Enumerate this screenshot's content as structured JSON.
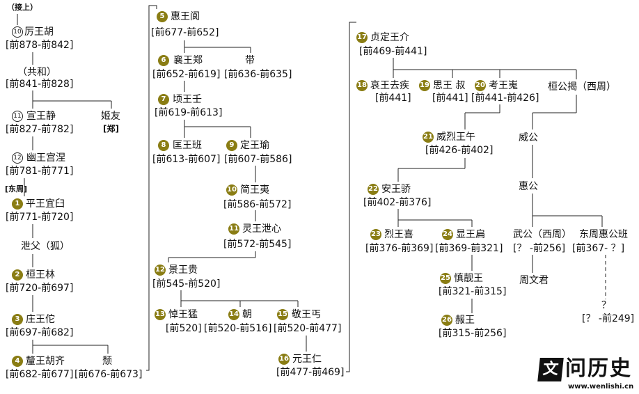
{
  "nodes": [
    {
      "id": "cont",
      "text": "（接上）"
    },
    {
      "id": "li",
      "badge": "10",
      "name": "厉王胡",
      "years": "[前878-前842]"
    },
    {
      "id": "gonghe",
      "name": "（共和）",
      "years": "[前841-前828]"
    },
    {
      "id": "xuan",
      "badge": "11",
      "name": "宣王静",
      "years": "[前827-前782]"
    },
    {
      "id": "jiyou",
      "name": "姬友",
      "extra": "[郑]"
    },
    {
      "id": "you",
      "badge": "12",
      "name": "幽王宫涅",
      "years": "[前781-前771]"
    },
    {
      "id": "eastzhou",
      "text": "[东周]"
    },
    {
      "id": "ping",
      "badge": "1",
      "name": "平王宜臼",
      "years": "[前771-前720]"
    },
    {
      "id": "xiefu",
      "name": "泄父（狐）"
    },
    {
      "id": "huan",
      "badge": "2",
      "name": "桓王林",
      "years": "[前720-前697]"
    },
    {
      "id": "zhuang",
      "badge": "3",
      "name": "庄王佗",
      "years": "[前697-前682]"
    },
    {
      "id": "xi",
      "badge": "4",
      "name": "釐王胡齐",
      "years": "[前682-前677]"
    },
    {
      "id": "tui",
      "name": "颓",
      "years": "[前676-前673]"
    },
    {
      "id": "hui",
      "badge": "5",
      "name": "惠王阆",
      "years": "[前677-前652]"
    },
    {
      "id": "xiang",
      "badge": "6",
      "name": "襄王郑",
      "years": "[前652-前619]"
    },
    {
      "id": "dai",
      "name": "带",
      "years": "[前636-前635]"
    },
    {
      "id": "qing",
      "badge": "7",
      "name": "顷王壬",
      "years": "[前619-前613]"
    },
    {
      "id": "kuang",
      "badge": "8",
      "name": "匡王班",
      "years": "[前613-前607]"
    },
    {
      "id": "ding",
      "badge": "9",
      "name": "定王瑜",
      "years": "[前607-前586]"
    },
    {
      "id": "jian",
      "badge": "10",
      "name": "简王夷",
      "years": "[前586-前572]"
    },
    {
      "id": "ling",
      "badge": "11",
      "name": "灵王泄心",
      "years": "[前572-前545]"
    },
    {
      "id": "jing",
      "badge": "12",
      "name": "景王贵",
      "years": "[前545-前520]"
    },
    {
      "id": "dao",
      "badge": "13",
      "name": "悼王猛",
      "years": "[前520]"
    },
    {
      "id": "chao",
      "badge": "14",
      "name": "朝",
      "years": "[前520-前516]"
    },
    {
      "id": "jingw",
      "badge": "15",
      "name": "敬王丐",
      "years": "[前520-前477]"
    },
    {
      "id": "yuan",
      "badge": "16",
      "name": "元王仁",
      "years": "[前477-前469]"
    },
    {
      "id": "zhending",
      "badge": "17",
      "name": "贞定王介",
      "years": "[前469-前441]"
    },
    {
      "id": "ai",
      "badge": "18",
      "name": "哀王去疾",
      "years": "[前441]"
    },
    {
      "id": "si",
      "badge": "19",
      "name": "思王 叔",
      "years": "[前441]"
    },
    {
      "id": "kao",
      "badge": "20",
      "name": "考王嵬",
      "years": "[前441-前426]"
    },
    {
      "id": "huangong",
      "name": "桓公揭（西周）"
    },
    {
      "id": "weilie",
      "badge": "21",
      "name": "威烈王午",
      "years": "[前426-前402]"
    },
    {
      "id": "weigong",
      "name": "威公"
    },
    {
      "id": "an",
      "badge": "22",
      "name": "安王骄",
      "years": "[前402-前376]"
    },
    {
      "id": "huigong",
      "name": "惠公"
    },
    {
      "id": "lie",
      "badge": "23",
      "name": "烈王喜",
      "years": "[前376-前369]"
    },
    {
      "id": "xian",
      "badge": "24",
      "name": "显王扁",
      "years": "[前369-前321]"
    },
    {
      "id": "wugong",
      "name": "武公（西周）",
      "years": "[？ -前256]"
    },
    {
      "id": "dzhg",
      "name": "东周惠公班",
      "years": "[前367-  ？]"
    },
    {
      "id": "shenjing",
      "badge": "25",
      "name": "慎靓王",
      "years": "[前321-前315]"
    },
    {
      "id": "zhouwenjun",
      "name": "周文君"
    },
    {
      "id": "q",
      "name": "？",
      "years": "[？ -前249]"
    },
    {
      "id": "nan",
      "badge": "26",
      "name": "赧王",
      "years": "[前315-前256]"
    }
  ],
  "watermark": {
    "seal": "文",
    "name": "问历史",
    "url": "www.wenlishi.cn"
  }
}
